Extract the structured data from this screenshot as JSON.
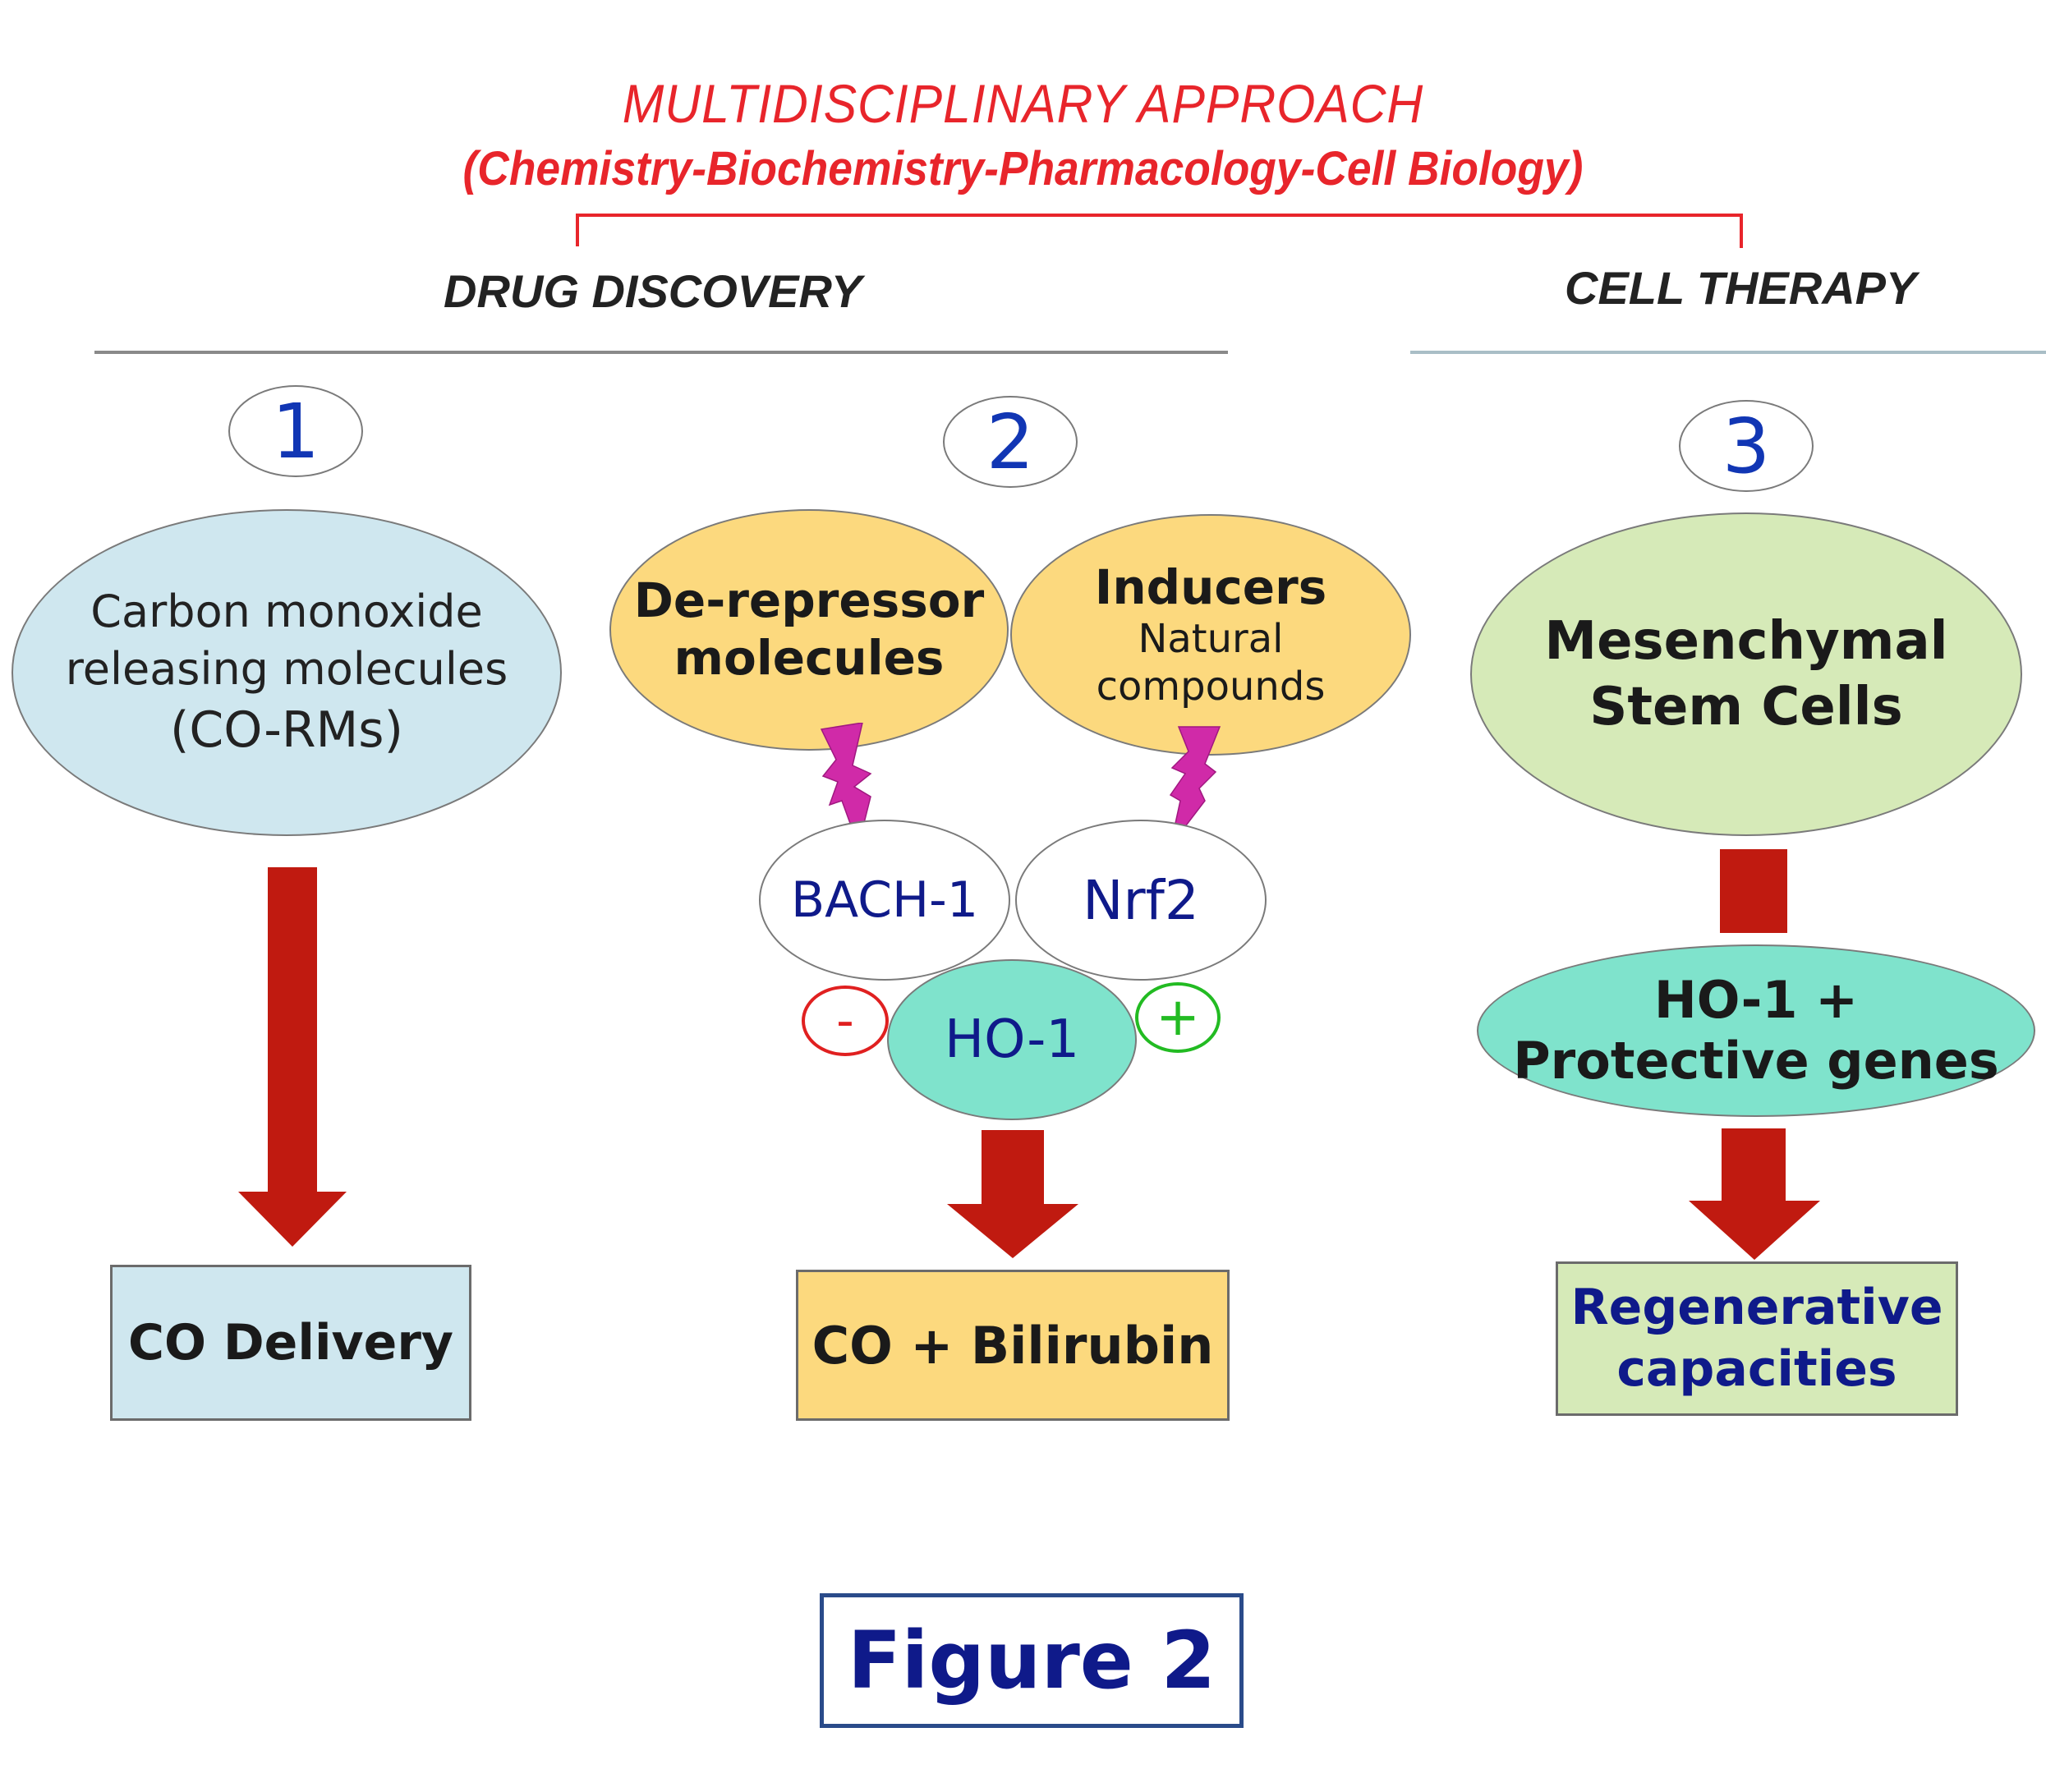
{
  "header": {
    "title": "MULTIDISCIPLINARY  APPROACH",
    "subtitle": "(Chemistry-Biochemistry-Pharmacology-Cell Biology)"
  },
  "sections": {
    "left": "DRUG DISCOVERY",
    "right": "CELL THERAPY"
  },
  "columns": [
    {
      "number": "1",
      "source_lines": [
        "Carbon monoxide",
        "releasing molecules",
        "(CO-RMs)"
      ],
      "outcome": "CO Delivery"
    },
    {
      "number": "2",
      "derepressor_lines": [
        "De-repressor",
        "molecules"
      ],
      "inducers_title": "Inducers",
      "inducers_lines": [
        "Natural",
        "compounds"
      ],
      "bach1": "BACH-1",
      "nrf2": "Nrf2",
      "ho1": "HO-1",
      "minus": "-",
      "plus": "+",
      "outcome": "CO + Bilirubin"
    },
    {
      "number": "3",
      "source_lines": [
        "Mesenchymal",
        "Stem Cells"
      ],
      "genes_lines": [
        "HO-1 +",
        "Protective genes"
      ],
      "outcome_lines": [
        "Regenerative",
        "capacities"
      ]
    }
  ],
  "figure_label": "Figure 2",
  "colors": {
    "title_red": "#e8252b",
    "number_blue": "#1136b4",
    "label_navy": "#0f1a8a",
    "arrow_red": "#c01a10",
    "lightning_magenta": "#d02aa8",
    "corm_fill": "#cfe7ef",
    "yellow_fill": "#fcd97e",
    "green_fill": "#d6eab8",
    "teal_fill": "#7fe3cc",
    "minus_red": "#e02020",
    "plus_green": "#22bb22"
  }
}
